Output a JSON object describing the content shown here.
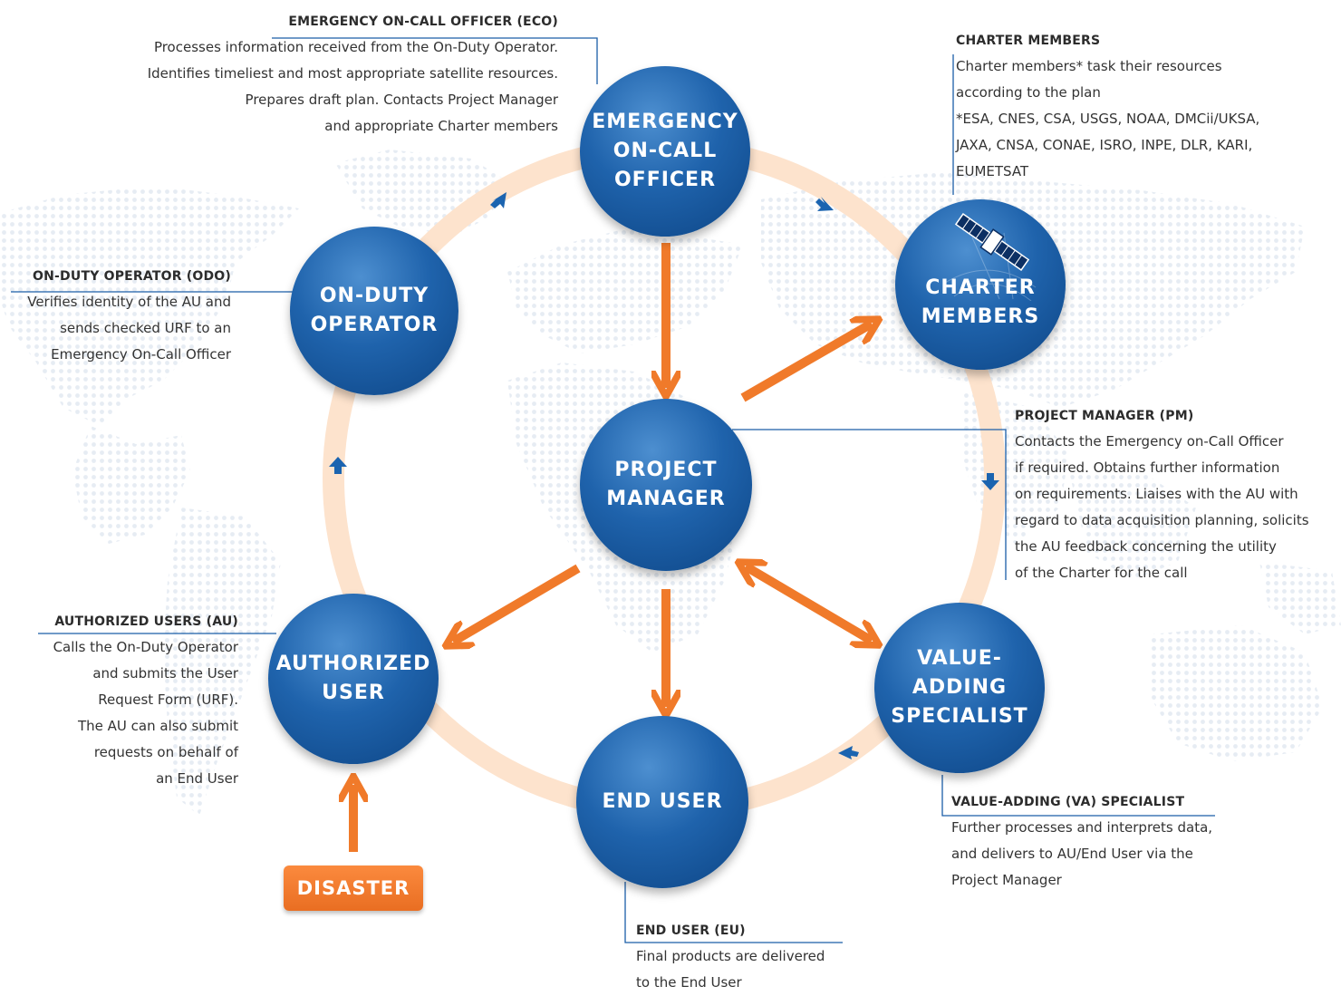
{
  "colors": {
    "node_blue": "#1b5ea8",
    "ring": "#fde3cd",
    "arrow_orange": "#f07a2a",
    "small_arrow_blue": "#1b64b0",
    "leader_line": "#1b5ea8",
    "map_dots": "#e6ecf3"
  },
  "nodes": {
    "eco": "EMERGENCY\nON-CALL\nOFFICER",
    "odo": "ON-DUTY\nOPERATOR",
    "charter": "CHARTER\nMEMBERS",
    "pm": "PROJECT\nMANAGER",
    "au": "AUTHORIZED\nUSER",
    "va": "VALUE-\nADDING\nSPECIALIST",
    "eu": "END USER"
  },
  "disaster_label": "DISASTER",
  "annotations": {
    "eco": {
      "title": "EMERGENCY ON-CALL OFFICER (ECO)",
      "lines": [
        "Processes information received from the On-Duty Operator.",
        "Identifies timeliest and most appropriate satellite resources.",
        "Prepares draft plan. Contacts Project Manager",
        "and appropriate Charter members"
      ]
    },
    "charter": {
      "title": "CHARTER MEMBERS",
      "lines": [
        "Charter members* task their resources",
        "according to the plan",
        "*ESA, CNES, CSA, USGS, NOAA, DMCii/UKSA,",
        "JAXA, CNSA, CONAE, ISRO, INPE, DLR, KARI,",
        "EUMETSAT"
      ]
    },
    "odo": {
      "title": "ON-DUTY OPERATOR (ODO)",
      "lines": [
        "Verifies identity of the AU and",
        "sends checked URF to an",
        "Emergency On-Call Officer"
      ]
    },
    "pm": {
      "title": "PROJECT MANAGER (PM)",
      "lines": [
        "Contacts the Emergency on-Call Officer",
        "if required. Obtains further information",
        "on requirements. Liaises with the AU with",
        "regard to data acquisition planning, solicits",
        "the AU feedback concerning the utility",
        "of the Charter for the call"
      ]
    },
    "au": {
      "title": "AUTHORIZED USERS (AU)",
      "lines": [
        "Calls the On-Duty Operator",
        "and submits the User",
        "Request Form (URF).",
        "The AU can also submit",
        "requests on behalf of",
        "an End User"
      ]
    },
    "va": {
      "title": "VALUE-ADDING (VA) SPECIALIST",
      "lines": [
        "Further processes and interprets data,",
        "and delivers to AU/End User via the",
        "Project Manager"
      ]
    },
    "eu": {
      "title": "END USER (EU)",
      "lines": [
        "Final products are delivered",
        "to the End User"
      ]
    }
  }
}
